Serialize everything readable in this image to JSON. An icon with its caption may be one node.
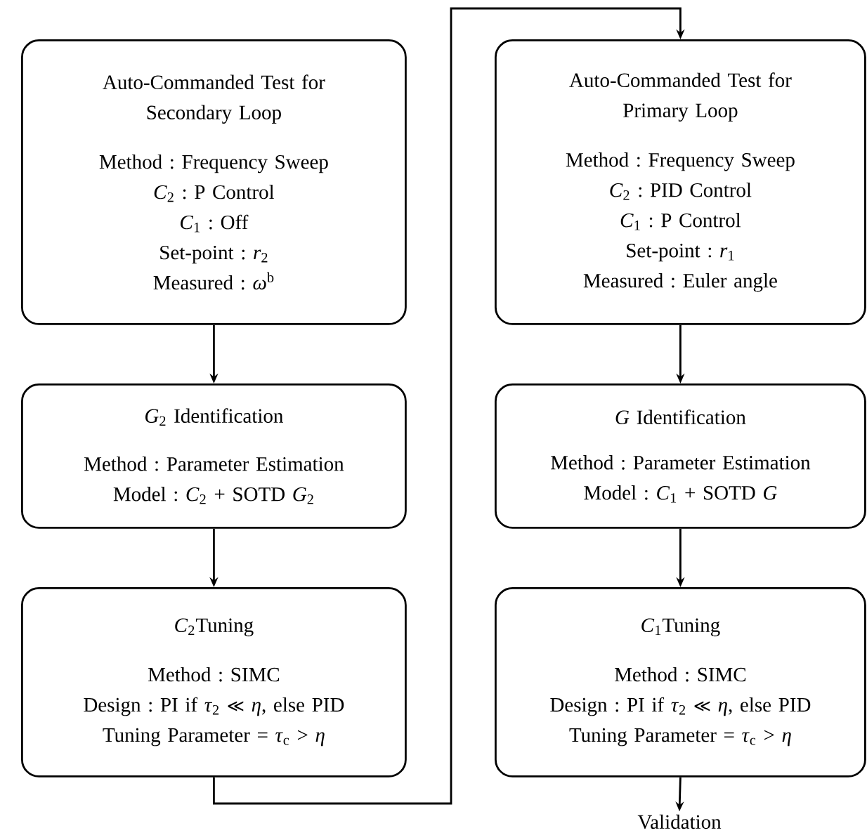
{
  "diagram": {
    "nodes": [
      {
        "text": [
          "Auto-Commanded Test for Secondary Loop",
          "Method : Frequency Sweep",
          "*C*$_{2}$ : P Control",
          "*C*$_{1}$ : Off",
          "Set-point : *r*$_{2}$",
          "Measured : *ω*$^{b}$"
        ]
      },
      {
        "text": [
          "*G*$_{2}$ Identification",
          "Method : Parameter Estimation",
          "Model : *C*$_{2}$ + SOTD *G*$_{2}$"
        ]
      },
      {
        "text": [
          "*C*$_{2}$Tuning",
          "Method : SIMC",
          "Design : PI if *τ*$_{2}$ ≪ *η*, else PID",
          "Tuning Parameter = *τ*$_{c}$ > *η*"
        ]
      },
      {
        "text": [
          "Auto-Commanded Test for Primary Loop",
          "Method : Frequency Sweep",
          "*C*$_{2}$ : PID Control",
          "*C*$_{1}$ : P Control",
          "Set-point : *r*$_{1}$",
          "Measured : Euler angle"
        ]
      },
      {
        "text": [
          "*G* Identification",
          "Method : Parameter Estimation",
          "Model : *C*$_{1}$ + SOTD *G*"
        ]
      },
      {
        "text": [
          "*C*$_{1}$Tuning",
          "Method : SIMC",
          "Design : PI if *τ*$_{2}$ ≪ *η*, else PID",
          "Tuning Parameter = *τ*$_{c}$ > *η*"
        ]
      },
      {
        "text": [
          "Validation"
        ]
      }
    ],
    "edges": [
      {
        "from": 0,
        "to": 1,
        "arrow": "to"
      },
      {
        "from": 1,
        "to": 2,
        "arrow": "to"
      },
      {
        "from": 2,
        "to": 3,
        "arrow": "to"
      },
      {
        "from": 3,
        "to": 4,
        "arrow": "to"
      },
      {
        "from": 4,
        "to": 5,
        "arrow": "to"
      },
      {
        "from": 5,
        "to": 6,
        "arrow": "to"
      }
    ]
  }
}
